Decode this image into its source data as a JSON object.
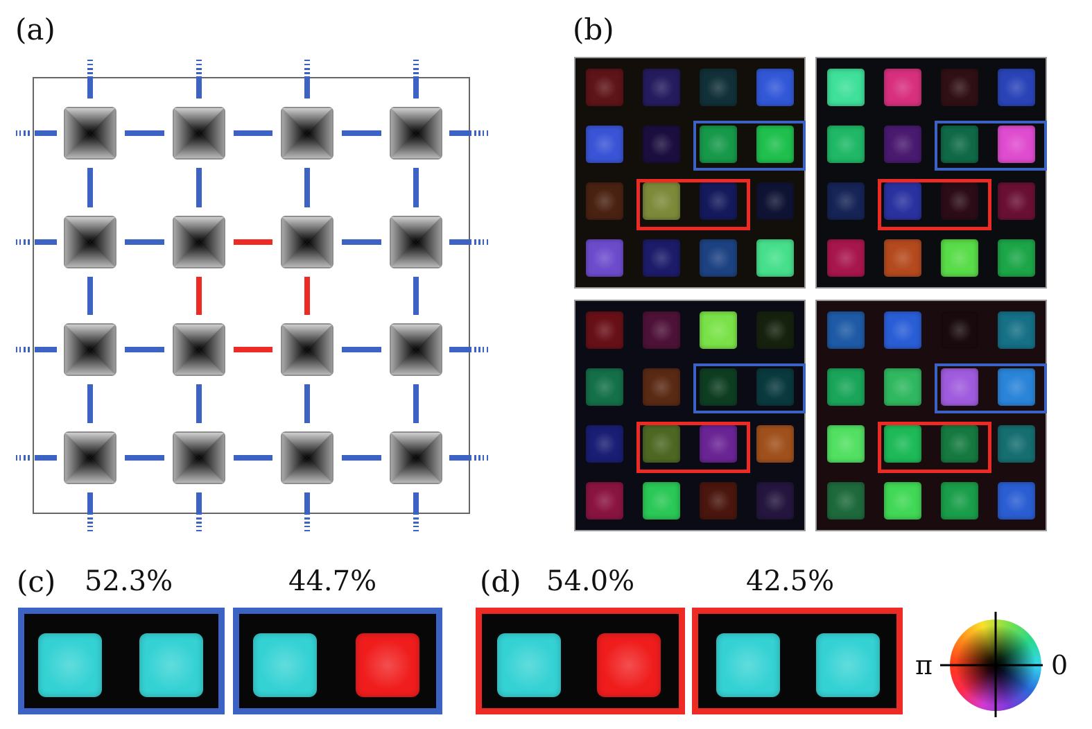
{
  "labels": {
    "a": "(a)",
    "b": "(b)",
    "c": "(c)",
    "d": "(d)"
  },
  "percentages": {
    "c_left": "52.3%",
    "c_right": "44.7%",
    "d_left": "54.0%",
    "d_right": "42.5%"
  },
  "phase_wheel": {
    "pi_label": "π",
    "zero_label": "0"
  },
  "colors": {
    "blue_link": "#3c63c4",
    "red_link": "#ee2a24",
    "cyan": "#35d2d4",
    "red": "#f01d1d"
  },
  "panel_b_quadrants": [
    {
      "bg": "#120f0a",
      "cells": [
        [
          "#5e1418",
          "#241c5e",
          "#113038",
          "#3258d8"
        ],
        [
          "#3a54d6",
          "#1c0f40",
          "#17994a",
          "#1fc04e"
        ],
        [
          "#4a2212",
          "#7d8a3a",
          "#151a5c",
          "#101434"
        ],
        [
          "#6d4ccc",
          "#1c1c6a",
          "#1d4282",
          "#46e08c"
        ]
      ]
    },
    {
      "bg": "#0b0c10",
      "cells": [
        [
          "#3fe09a",
          "#d8307e",
          "#301014",
          "#2a44b8"
        ],
        [
          "#1fb866",
          "#4a1a70",
          "#106a48",
          "#e04ccf"
        ],
        [
          "#162456",
          "#2a32a0",
          "#2c0c16",
          "#6a1034"
        ],
        [
          "#a8164e",
          "#b44a1e",
          "#58dc48",
          "#1ca648"
        ]
      ]
    },
    {
      "bg": "#0b0b16",
      "cells": [
        [
          "#681018",
          "#4e1238",
          "#7ae248",
          "#16220e"
        ],
        [
          "#147048",
          "#5a2a14",
          "#0e3e22",
          "#0a3a3e"
        ],
        [
          "#1a1e74",
          "#4e6824",
          "#6a2494",
          "#a0501c"
        ],
        [
          "#8a1440",
          "#2ac856",
          "#4a160e",
          "#24163e"
        ]
      ]
    },
    {
      "bg": "#1a0b0e",
      "cells": [
        [
          "#1e5aa6",
          "#2a5ed6",
          "#1a0b0e",
          "#167086"
        ],
        [
          "#1aa65a",
          "#30b860",
          "#a05cde",
          "#2a84d8"
        ],
        [
          "#52e062",
          "#1eba58",
          "#167a40",
          "#166e70"
        ],
        [
          "#1e6a3c",
          "#40d856",
          "#1a9e4a",
          "#2a5ed2"
        ]
      ]
    }
  ],
  "panel_c": [
    [
      "#35d2d4",
      "#35d2d4"
    ],
    [
      "#35d2d4",
      "#f01d1d"
    ]
  ],
  "panel_d": [
    [
      "#35d2d4",
      "#f01d1d"
    ],
    [
      "#35d2d4",
      "#35d2d4"
    ]
  ]
}
